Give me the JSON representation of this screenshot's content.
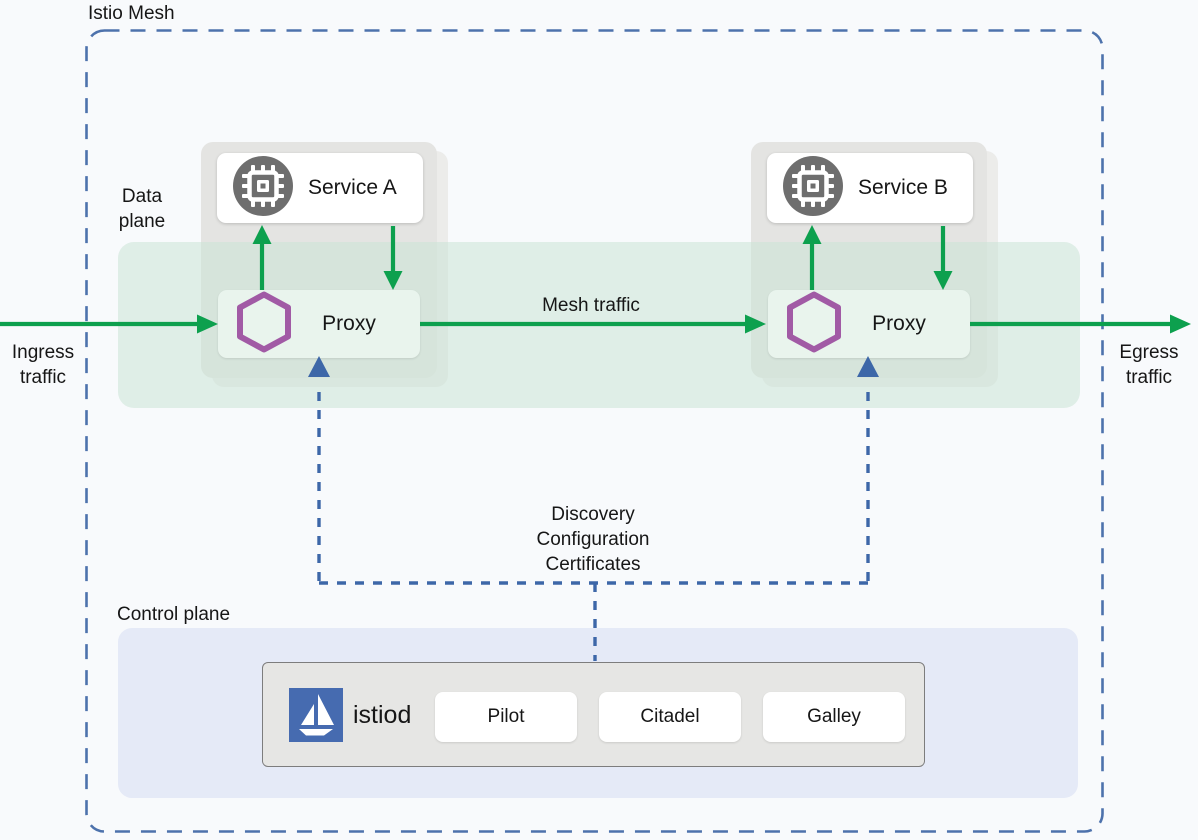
{
  "diagram": {
    "title": "Istio Mesh",
    "labels": {
      "data_plane": [
        "Data",
        "plane"
      ],
      "control_plane": "Control plane",
      "ingress": [
        "Ingress",
        "traffic"
      ],
      "egress": [
        "Egress",
        "traffic"
      ],
      "mesh_traffic": "Mesh traffic",
      "config": [
        "Discovery",
        "Configuration",
        "Certificates"
      ]
    },
    "services": [
      {
        "name": "Service A",
        "proxy_label": "Proxy"
      },
      {
        "name": "Service B",
        "proxy_label": "Proxy"
      }
    ],
    "control_plane": {
      "istiod_label": "istiod",
      "components": [
        "Pilot",
        "Citadel",
        "Galley"
      ]
    },
    "icons": {
      "service_icon": "cpu-chip-icon",
      "proxy_icon": "envoy-hexagon-icon",
      "istiod_icon": "istio-sail-logo"
    },
    "colors": {
      "mesh_border_blue": "#4d72ac",
      "traffic_green": "#0da04e",
      "config_dash_blue": "#3d67a8",
      "proxy_hexagon_purple": "#a15aa5",
      "istio_logo_blue": "#466bb0",
      "mesh_band_mint": "#dfede7",
      "control_plane_bg": "#e5eaf7",
      "service_group_gray": "#e4e4e2",
      "service_icon_gray": "#6e6e6e"
    }
  }
}
